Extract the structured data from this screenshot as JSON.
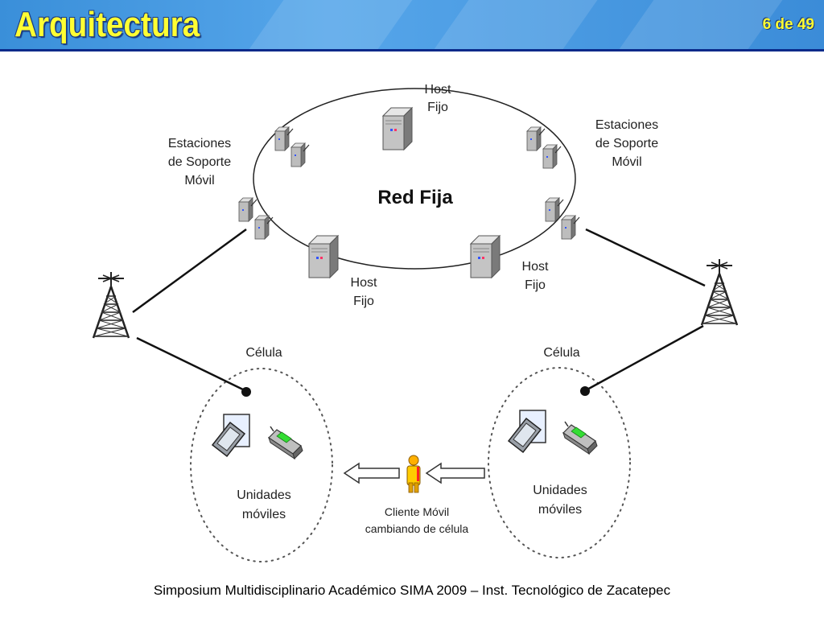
{
  "header": {
    "title": "Arquitectura",
    "page_indicator": "6 de 49"
  },
  "diagram": {
    "network_label": "Red Fija",
    "host_top": [
      "Host",
      "Fijo"
    ],
    "host_bottom_left": [
      "Host",
      "Fijo"
    ],
    "host_bottom_right": [
      "Host",
      "Fijo"
    ],
    "station_left": [
      "Estaciones",
      "de Soporte",
      "Móvil"
    ],
    "station_right": [
      "Estaciones",
      "de Soporte",
      "Móvil"
    ],
    "cell_left_label": "Célula",
    "cell_right_label": "Célula",
    "units_left": [
      "Unidades",
      "móviles"
    ],
    "units_right": [
      "Unidades",
      "móviles"
    ],
    "client_label": [
      "Cliente Móvil",
      "cambiando de célula"
    ]
  },
  "footer": {
    "text": "Simposium Multidisciplinario Académico  SIMA 2009 – Inst. Tecnológico  de Zacatepec"
  },
  "colors": {
    "title": "#ffff33",
    "header_bg": "#4a9ae2",
    "header_border": "#0a2a8a",
    "server_gray": "#b8b8b8",
    "pda_screen_green": "#33dd33"
  }
}
